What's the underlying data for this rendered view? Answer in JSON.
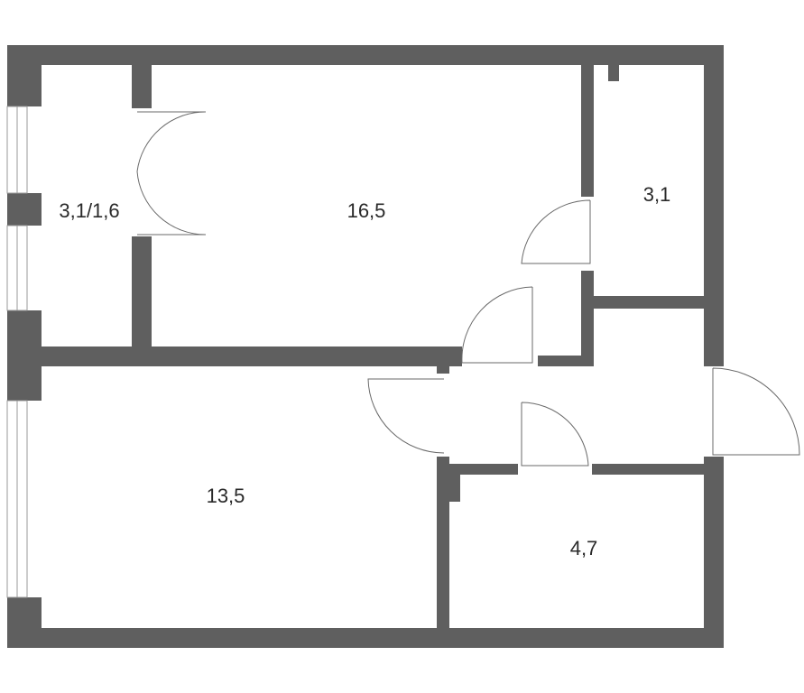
{
  "rooms": {
    "balcony": "3,1/1,6",
    "living_room": "16,5",
    "bathroom": "3,1",
    "bedroom": "13,5",
    "kitchen": "4,7"
  },
  "colors": {
    "wall": "#5f5f5f",
    "background": "#ffffff",
    "door_line": "#6a6a6a"
  }
}
